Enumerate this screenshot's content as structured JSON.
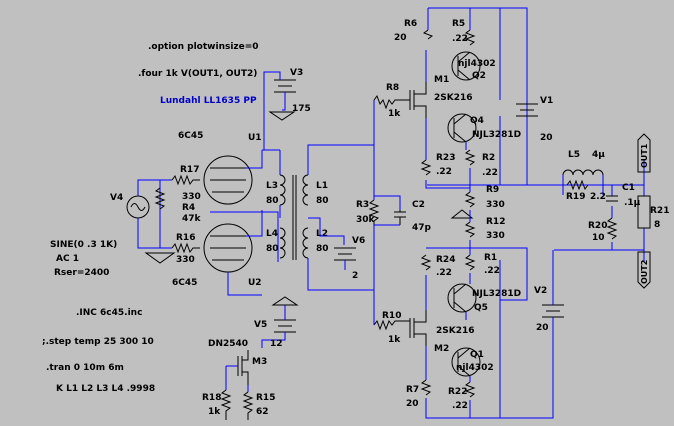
{
  "directives": {
    "option": ".option plotwinsize=0",
    "four": ".four 1k V(OUT1, OUT2)",
    "title": "Lundahl LL1635 PP",
    "inc": ".INC 6c45.inc",
    "step": ";.step temp 25 300 10",
    "tran": ".tran 0 10m 6m",
    "coupling": "K L1 L2 L3 L4 .9998"
  },
  "source": {
    "name": "V4",
    "line1": "SINE(0 .3 1K)",
    "line2": "AC 1",
    "line3": "Rser=2400"
  },
  "tubes": {
    "u1_type": "6C45",
    "u1_name": "U1",
    "u2_type": "6C45",
    "u2_name": "U2"
  },
  "components": {
    "r17": {
      "name": "R17",
      "value": "330"
    },
    "r4": {
      "name": "R4",
      "value": "47k"
    },
    "r16": {
      "name": "R16",
      "value": "330"
    },
    "v3": {
      "name": "V3",
      "value": "175"
    },
    "l3": {
      "name": "L3",
      "value": "80"
    },
    "l4": {
      "name": "L4",
      "value": "80"
    },
    "l1": {
      "name": "L1",
      "value": "80"
    },
    "l2": {
      "name": "L2",
      "value": "80"
    },
    "r3": {
      "name": "R3",
      "value": "30k"
    },
    "c2": {
      "name": "C2",
      "value": "47p"
    },
    "v6": {
      "name": "V6",
      "value": "2"
    },
    "v5": {
      "name": "V5",
      "value": "12"
    },
    "m3": {
      "name": "M3",
      "part": "DN2540"
    },
    "r18": {
      "name": "R18",
      "value": "1k"
    },
    "r15": {
      "name": "R15",
      "value": "62"
    },
    "r6": {
      "name": "R6",
      "value": "20"
    },
    "r5": {
      "name": "R5",
      "value": ".22"
    },
    "q2": {
      "name": "Q2",
      "part": "njl4302"
    },
    "m1": {
      "name": "M1",
      "part": "2SK216"
    },
    "r8": {
      "name": "R8",
      "value": "1k"
    },
    "q4": {
      "name": "Q4",
      "part": "NJL3281D"
    },
    "v1": {
      "name": "V1",
      "value": "20"
    },
    "r23": {
      "name": "R23",
      "value": ".22"
    },
    "r2": {
      "name": "R2",
      "value": ".22"
    },
    "r9": {
      "name": "R9",
      "value": "330"
    },
    "r12": {
      "name": "R12",
      "value": "330"
    },
    "r24": {
      "name": "R24",
      "value": ".22"
    },
    "r1": {
      "name": "R1",
      "value": ".22"
    },
    "q5": {
      "name": "Q5",
      "part": "NJL3281D"
    },
    "r10": {
      "name": "R10",
      "value": "1k"
    },
    "m2": {
      "name": "M2",
      "part": "2SK216"
    },
    "q1": {
      "name": "Q1",
      "part": "njl4302"
    },
    "r7": {
      "name": "R7",
      "value": "20"
    },
    "r22": {
      "name": "R22",
      "value": ".22"
    },
    "v2": {
      "name": "V2",
      "value": "20"
    },
    "l5": {
      "name": "L5",
      "value": "4µ"
    },
    "r19": {
      "name": "R19",
      "value": "2.2"
    },
    "c1": {
      "name": "C1",
      "value": ".1µ"
    },
    "r20": {
      "name": "R20",
      "value": "10"
    },
    "r21": {
      "name": "R21",
      "value": "8"
    }
  },
  "ports": {
    "out1": "OUT1",
    "out2": "OUT2"
  }
}
